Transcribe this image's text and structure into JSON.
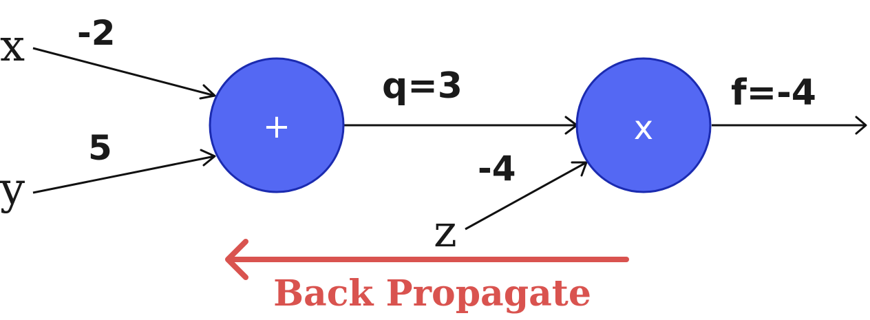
{
  "inputs": {
    "x": "x",
    "y": "y",
    "z": "z"
  },
  "gradients": {
    "x": "-2",
    "y": "5",
    "z": "-4"
  },
  "nodes": {
    "add": "+",
    "multiply": "x"
  },
  "edges": {
    "q": "q=3",
    "f": "f=-4"
  },
  "backprop": {
    "label": "Back Propagate"
  },
  "colors": {
    "node_fill": "#5468f3",
    "node_stroke": "#1b2bb0",
    "backprop": "#d9534f",
    "text": "#1a1a1a"
  }
}
